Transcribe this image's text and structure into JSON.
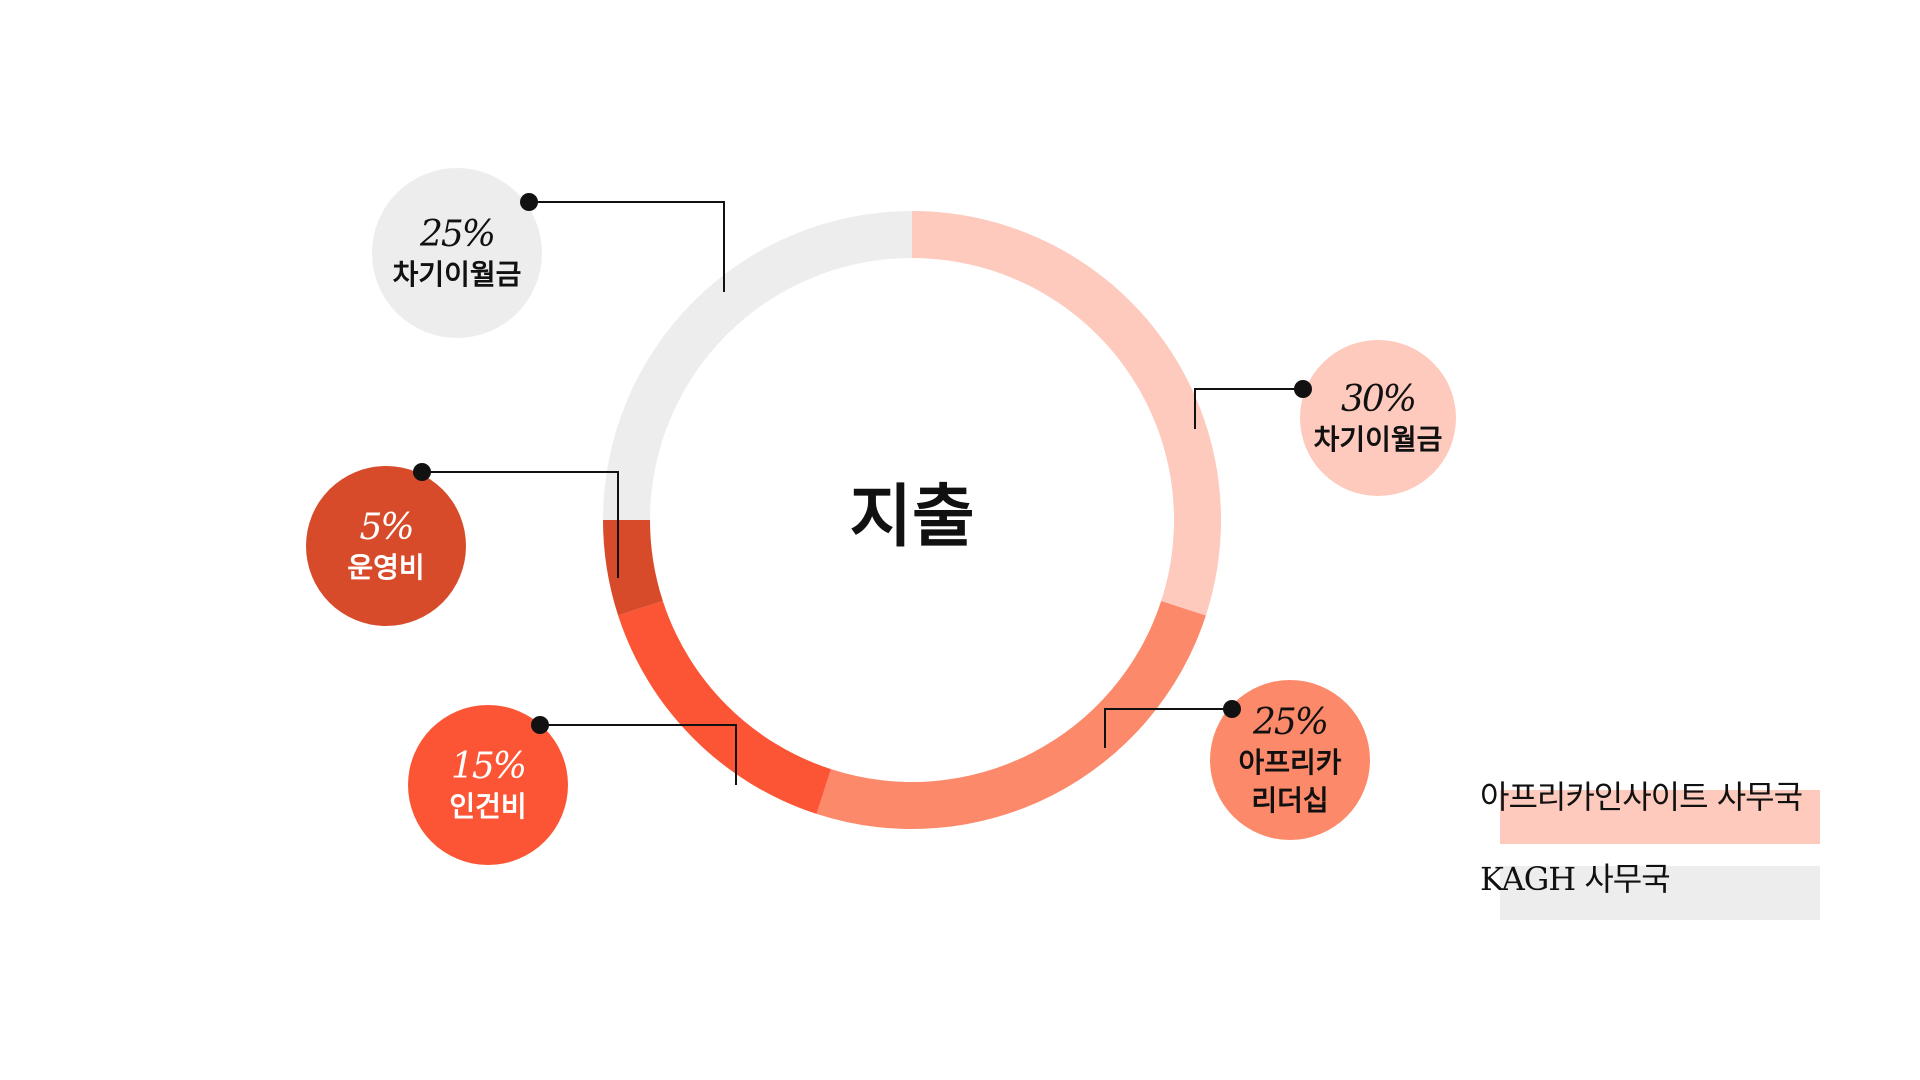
{
  "chart_data": {
    "type": "pie",
    "title": "지출",
    "slices": [
      {
        "label": "차기이월금",
        "value": 30,
        "value_text": "30%",
        "color": "#fdcabd",
        "text_color": "#111111"
      },
      {
        "label": "아프리카\n리더십",
        "value": 25,
        "value_text": "25%",
        "color": "#fc8a6a",
        "text_color": "#111111"
      },
      {
        "label": "인건비",
        "value": 15,
        "value_text": "15%",
        "color": "#fc5536",
        "text_color": "#ffffff"
      },
      {
        "label": "운영비",
        "value": 5,
        "value_text": "5%",
        "color": "#d84b2a",
        "text_color": "#ffffff"
      },
      {
        "label": "차기이월금",
        "value": 25,
        "value_text": "25%",
        "color": "#ededed",
        "text_color": "#111111"
      }
    ],
    "legend": [
      {
        "label": "아프리카인사이트 사무국",
        "color": "#fdcabd"
      },
      {
        "label": "KAGH 사무국",
        "color": "#ededed"
      }
    ]
  }
}
